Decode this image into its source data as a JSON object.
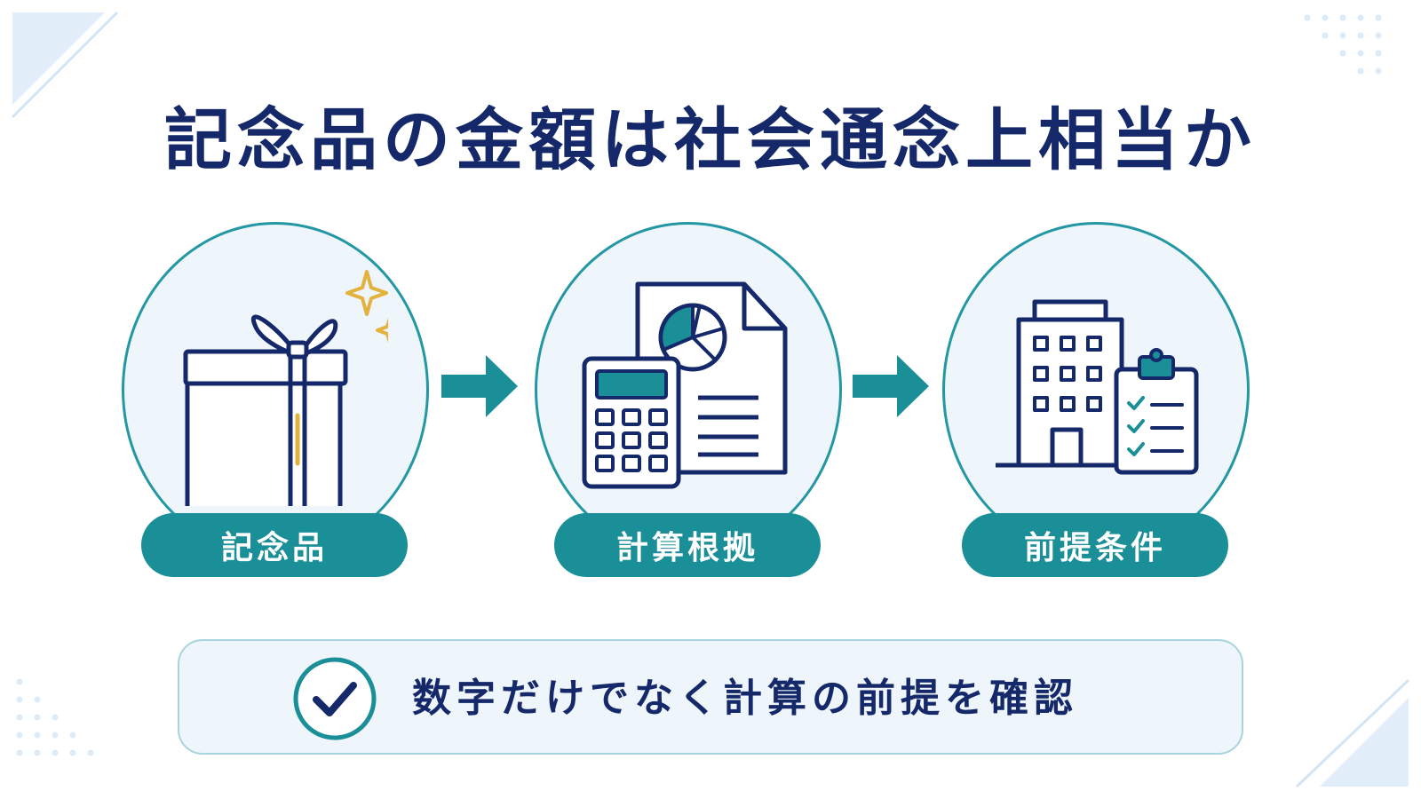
{
  "title": "記念品の金額は社会通念上相当か",
  "steps": [
    {
      "label": "記念品",
      "icon": "gift-icon"
    },
    {
      "label": "計算根拠",
      "icon": "calculator-document-icon"
    },
    {
      "label": "前提条件",
      "icon": "building-checklist-icon"
    }
  ],
  "note": {
    "text": "数字だけでなく計算の前提を確認",
    "icon": "check-circle-icon"
  },
  "colors": {
    "navy": "#14286a",
    "teal": "#1b8f97",
    "light_bg": "#eef5fb",
    "gold": "#e2b23c"
  }
}
